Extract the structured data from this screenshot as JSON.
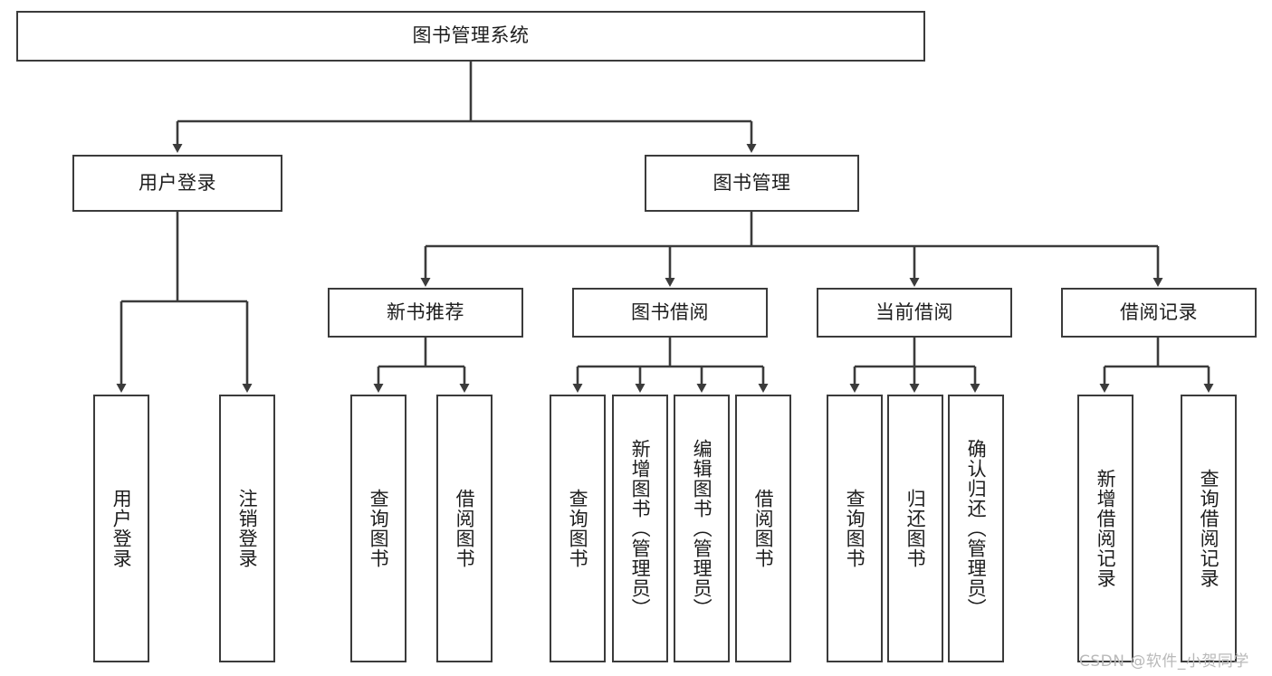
{
  "diagram": {
    "title": "图书管理系统",
    "orientation": "top-down-tree",
    "levels": 4,
    "nodes": {
      "root": {
        "label": "图书管理系统",
        "level": 1,
        "text_direction": "horizontal"
      },
      "user_login": {
        "label": "用户登录",
        "level": 2,
        "text_direction": "horizontal"
      },
      "book_manage": {
        "label": "图书管理",
        "level": 2,
        "text_direction": "horizontal"
      },
      "new_book_rec": {
        "label": "新书推荐",
        "level": 3,
        "text_direction": "horizontal"
      },
      "book_borrow": {
        "label": "图书借阅",
        "level": 3,
        "text_direction": "horizontal"
      },
      "current_borrow": {
        "label": "当前借阅",
        "level": 3,
        "text_direction": "horizontal"
      },
      "borrow_record": {
        "label": "借阅记录",
        "level": 3,
        "text_direction": "horizontal"
      },
      "leaf_1": {
        "label": "用户登录",
        "level": 4,
        "text_direction": "vertical",
        "parent": "user_login"
      },
      "leaf_2": {
        "label": "注销登录",
        "level": 4,
        "text_direction": "vertical",
        "parent": "user_login"
      },
      "leaf_3": {
        "label": "查询图书",
        "level": 4,
        "text_direction": "vertical",
        "parent": "new_book_rec"
      },
      "leaf_4": {
        "label": "借阅图书",
        "level": 4,
        "text_direction": "vertical",
        "parent": "new_book_rec"
      },
      "leaf_5": {
        "label": "查询图书",
        "level": 4,
        "text_direction": "vertical",
        "parent": "book_borrow"
      },
      "leaf_6": {
        "label": "新增图书（管理员）",
        "level": 4,
        "text_direction": "vertical",
        "parent": "book_borrow"
      },
      "leaf_7": {
        "label": "编辑图书（管理员）",
        "level": 4,
        "text_direction": "vertical",
        "parent": "book_borrow"
      },
      "leaf_8": {
        "label": "借阅图书",
        "level": 4,
        "text_direction": "vertical",
        "parent": "book_borrow"
      },
      "leaf_9": {
        "label": "查询图书",
        "level": 4,
        "text_direction": "vertical",
        "parent": "current_borrow"
      },
      "leaf_10": {
        "label": "归还图书",
        "level": 4,
        "text_direction": "vertical",
        "parent": "current_borrow"
      },
      "leaf_11": {
        "label": "确认归还（管理员）",
        "level": 4,
        "text_direction": "vertical",
        "parent": "current_borrow"
      },
      "leaf_12": {
        "label": "新增借阅记录",
        "level": 4,
        "text_direction": "vertical",
        "parent": "borrow_record"
      },
      "leaf_13": {
        "label": "查询借阅记录",
        "level": 4,
        "text_direction": "vertical",
        "parent": "borrow_record"
      }
    },
    "edges": [
      {
        "from": "root",
        "to": "user_login"
      },
      {
        "from": "root",
        "to": "book_manage"
      },
      {
        "from": "user_login",
        "to": "leaf_1"
      },
      {
        "from": "user_login",
        "to": "leaf_2"
      },
      {
        "from": "book_manage",
        "to": "new_book_rec"
      },
      {
        "from": "book_manage",
        "to": "book_borrow"
      },
      {
        "from": "book_manage",
        "to": "current_borrow"
      },
      {
        "from": "book_manage",
        "to": "borrow_record"
      },
      {
        "from": "new_book_rec",
        "to": "leaf_3"
      },
      {
        "from": "new_book_rec",
        "to": "leaf_4"
      },
      {
        "from": "book_borrow",
        "to": "leaf_5"
      },
      {
        "from": "book_borrow",
        "to": "leaf_6"
      },
      {
        "from": "book_borrow",
        "to": "leaf_7"
      },
      {
        "from": "book_borrow",
        "to": "leaf_8"
      },
      {
        "from": "current_borrow",
        "to": "leaf_9"
      },
      {
        "from": "current_borrow",
        "to": "leaf_10"
      },
      {
        "from": "current_borrow",
        "to": "leaf_11"
      },
      {
        "from": "borrow_record",
        "to": "leaf_12"
      },
      {
        "from": "borrow_record",
        "to": "leaf_13"
      }
    ],
    "colors": {
      "box_border": "#3b3b3b",
      "box_fill": "#ffffff",
      "connector": "#3b3b3b",
      "text": "#1d1d1d",
      "watermark": "#b9b9b9",
      "background": "#ffffff"
    }
  },
  "watermark": {
    "text": "CSDN @软件_小贺同学"
  }
}
